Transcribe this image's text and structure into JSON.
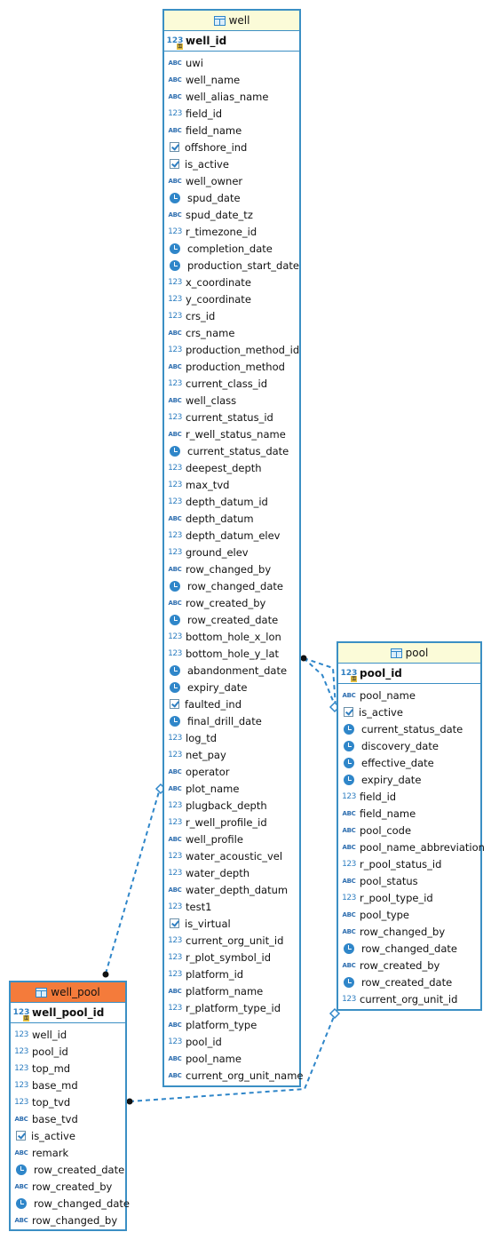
{
  "tables": {
    "well": {
      "title": "well",
      "pk": "well_id",
      "columns": [
        {
          "name": "uwi",
          "type": "string"
        },
        {
          "name": "well_name",
          "type": "string"
        },
        {
          "name": "well_alias_name",
          "type": "string"
        },
        {
          "name": "field_id",
          "type": "number"
        },
        {
          "name": "field_name",
          "type": "string"
        },
        {
          "name": "offshore_ind",
          "type": "boolean"
        },
        {
          "name": "is_active",
          "type": "boolean"
        },
        {
          "name": "well_owner",
          "type": "string"
        },
        {
          "name": "spud_date",
          "type": "date"
        },
        {
          "name": "spud_date_tz",
          "type": "string"
        },
        {
          "name": "r_timezone_id",
          "type": "number"
        },
        {
          "name": "completion_date",
          "type": "date"
        },
        {
          "name": "production_start_date",
          "type": "date"
        },
        {
          "name": "x_coordinate",
          "type": "number"
        },
        {
          "name": "y_coordinate",
          "type": "number"
        },
        {
          "name": "crs_id",
          "type": "number"
        },
        {
          "name": "crs_name",
          "type": "string"
        },
        {
          "name": "production_method_id",
          "type": "number"
        },
        {
          "name": "production_method",
          "type": "string"
        },
        {
          "name": "current_class_id",
          "type": "number"
        },
        {
          "name": "well_class",
          "type": "string"
        },
        {
          "name": "current_status_id",
          "type": "number"
        },
        {
          "name": "r_well_status_name",
          "type": "string"
        },
        {
          "name": "current_status_date",
          "type": "date"
        },
        {
          "name": "deepest_depth",
          "type": "number"
        },
        {
          "name": "max_tvd",
          "type": "number"
        },
        {
          "name": "depth_datum_id",
          "type": "number"
        },
        {
          "name": "depth_datum",
          "type": "string"
        },
        {
          "name": "depth_datum_elev",
          "type": "number"
        },
        {
          "name": "ground_elev",
          "type": "number"
        },
        {
          "name": "row_changed_by",
          "type": "string"
        },
        {
          "name": "row_changed_date",
          "type": "date"
        },
        {
          "name": "row_created_by",
          "type": "string"
        },
        {
          "name": "row_created_date",
          "type": "date"
        },
        {
          "name": "bottom_hole_x_lon",
          "type": "number"
        },
        {
          "name": "bottom_hole_y_lat",
          "type": "number"
        },
        {
          "name": "abandonment_date",
          "type": "date"
        },
        {
          "name": "expiry_date",
          "type": "date"
        },
        {
          "name": "faulted_ind",
          "type": "boolean"
        },
        {
          "name": "final_drill_date",
          "type": "date"
        },
        {
          "name": "log_td",
          "type": "number"
        },
        {
          "name": "net_pay",
          "type": "number"
        },
        {
          "name": "operator",
          "type": "string"
        },
        {
          "name": "plot_name",
          "type": "string"
        },
        {
          "name": "plugback_depth",
          "type": "number"
        },
        {
          "name": "r_well_profile_id",
          "type": "number"
        },
        {
          "name": "well_profile",
          "type": "string"
        },
        {
          "name": "water_acoustic_vel",
          "type": "number"
        },
        {
          "name": "water_depth",
          "type": "number"
        },
        {
          "name": "water_depth_datum",
          "type": "string"
        },
        {
          "name": "test1",
          "type": "number"
        },
        {
          "name": "is_virtual",
          "type": "boolean"
        },
        {
          "name": "current_org_unit_id",
          "type": "number"
        },
        {
          "name": "r_plot_symbol_id",
          "type": "number"
        },
        {
          "name": "platform_id",
          "type": "number"
        },
        {
          "name": "platform_name",
          "type": "string"
        },
        {
          "name": "r_platform_type_id",
          "type": "number"
        },
        {
          "name": "platform_type",
          "type": "string"
        },
        {
          "name": "pool_id",
          "type": "number"
        },
        {
          "name": "pool_name",
          "type": "string"
        },
        {
          "name": "current_org_unit_name",
          "type": "string"
        }
      ]
    },
    "pool": {
      "title": "pool",
      "pk": "pool_id",
      "columns": [
        {
          "name": "pool_name",
          "type": "string"
        },
        {
          "name": "is_active",
          "type": "boolean"
        },
        {
          "name": "current_status_date",
          "type": "date"
        },
        {
          "name": "discovery_date",
          "type": "date"
        },
        {
          "name": "effective_date",
          "type": "date"
        },
        {
          "name": "expiry_date",
          "type": "date"
        },
        {
          "name": "field_id",
          "type": "number"
        },
        {
          "name": "field_name",
          "type": "string"
        },
        {
          "name": "pool_code",
          "type": "string"
        },
        {
          "name": "pool_name_abbreviation",
          "type": "string"
        },
        {
          "name": "r_pool_status_id",
          "type": "number"
        },
        {
          "name": "pool_status",
          "type": "string"
        },
        {
          "name": "r_pool_type_id",
          "type": "number"
        },
        {
          "name": "pool_type",
          "type": "string"
        },
        {
          "name": "row_changed_by",
          "type": "string"
        },
        {
          "name": "row_changed_date",
          "type": "date"
        },
        {
          "name": "row_created_by",
          "type": "string"
        },
        {
          "name": "row_created_date",
          "type": "date"
        },
        {
          "name": "current_org_unit_id",
          "type": "number"
        }
      ]
    },
    "well_pool": {
      "title": "well_pool",
      "pk": "well_pool_id",
      "columns": [
        {
          "name": "well_id",
          "type": "number"
        },
        {
          "name": "pool_id",
          "type": "number"
        },
        {
          "name": "top_md",
          "type": "number"
        },
        {
          "name": "base_md",
          "type": "number"
        },
        {
          "name": "top_tvd",
          "type": "number"
        },
        {
          "name": "base_tvd",
          "type": "string"
        },
        {
          "name": "is_active",
          "type": "boolean"
        },
        {
          "name": "remark",
          "type": "string"
        },
        {
          "name": "row_created_date",
          "type": "date"
        },
        {
          "name": "row_created_by",
          "type": "string"
        },
        {
          "name": "row_changed_date",
          "type": "date"
        },
        {
          "name": "row_changed_by",
          "type": "string"
        }
      ]
    }
  },
  "colors": {
    "border": "#3b8fc4",
    "header_default": "#fbfbd8",
    "header_selected": "#f47b3b",
    "relation_line": "#2f86c9"
  },
  "icons": {
    "number": "123",
    "string": "ABC",
    "date": "clock-icon",
    "boolean": "checkbox-icon",
    "key": "123"
  }
}
